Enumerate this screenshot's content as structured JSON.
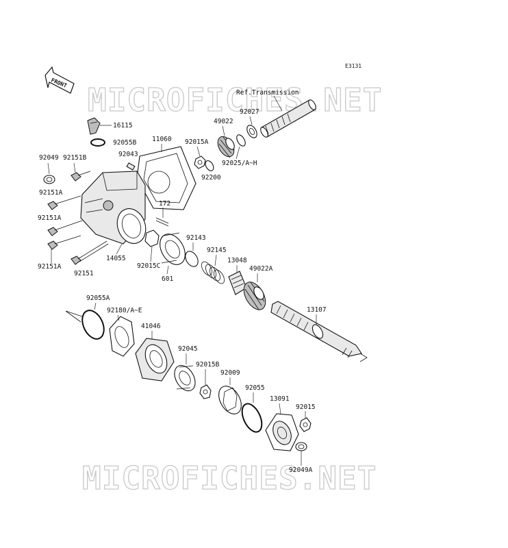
{
  "diagram_code": "E3131",
  "watermark": "MICROFICHES.NET",
  "front_label": "FRONT",
  "ref_label": "Ref.Transmission",
  "parts": {
    "p16115": "16115",
    "p92055B": "92055B",
    "p11060": "11060",
    "p92043": "92043",
    "p92049": "92049",
    "p92151B": "92151B",
    "p92151A_1": "92151A",
    "p92151A_2": "92151A",
    "p92151A_3": "92151A",
    "p92151": "92151",
    "p14055": "14055",
    "p172": "172",
    "p92015A": "92015A",
    "p92200": "92200",
    "p49022": "49022",
    "p92027": "92027",
    "p92025": "92025/A~H",
    "p92015C": "92015C",
    "p601": "601",
    "p92143": "92143",
    "p92145": "92145",
    "p13048": "13048",
    "p49022A": "49022A",
    "p13107": "13107",
    "p92055A": "92055A",
    "p92180": "92180/A~E",
    "p41046": "41046",
    "p92045": "92045",
    "p92015B": "92015B",
    "p92009": "92009",
    "p92055": "92055",
    "p13091": "13091",
    "p92015": "92015",
    "p92049A": "92049A"
  }
}
